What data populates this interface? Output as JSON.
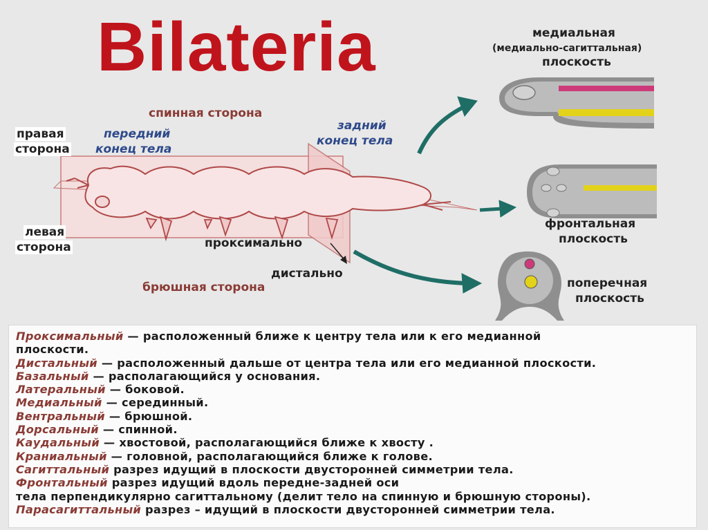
{
  "title": "Bilateria",
  "labels": {
    "dorsal": "спинная сторона",
    "ventral": "брюшная сторона",
    "right_line1": "правая",
    "right_line2": "сторона",
    "left_line1": "левая",
    "left_line2": "сторона",
    "anterior_line1": "передний",
    "anterior_line2": "конец тела",
    "posterior_line1": "задний",
    "posterior_line2": "конец тела",
    "proximal": "проксимально",
    "distal": "дистально"
  },
  "planes": {
    "medial_line1": "медиальная",
    "medial_line2": "(медиально-сагиттальная)",
    "medial_line3": "плоскость",
    "frontal_line1": "фронтальная",
    "frontal_line2": "плоскость",
    "transverse_line1": "поперечная",
    "transverse_line2": "плоскость"
  },
  "colors": {
    "title": "#c0141c",
    "term": "#8a3b35",
    "arrow": "#1f6e66",
    "plane": "#d89090",
    "stripe_yellow": "#e3d21a",
    "stripe_pink": "#cc3a7a"
  },
  "definitions": [
    {
      "term": "Проксимальный",
      "text": " — расположенный ближе к центру тела или к его медианной"
    },
    {
      "term": "",
      "text": "плоскости."
    },
    {
      "term": "Дистальный",
      "text": " — расположенный дальше от центра тела или его медианной плоскости."
    },
    {
      "term": "Базальный",
      "text": " — располагающийся у основания."
    },
    {
      "term": "Латеральный",
      "text": " — боковой."
    },
    {
      "term": "Медиальный",
      "text": " — серединный."
    },
    {
      "term": "Вентральный",
      "text": " — брюшной."
    },
    {
      "term": "Дорсальный",
      "text": " — спинной."
    },
    {
      "term": "Каудальный",
      "text": " — хвостовой, располагающийся ближе к хвосту ."
    },
    {
      "term": "Краниальный",
      "text": " — головной, располагающийся ближе к голове."
    },
    {
      "term": "Сагиттальный",
      "text": " разрез идущий в плоскости двусторонней симметрии тела."
    },
    {
      "term": "Фронтальный",
      "text": " разрез идущий вдоль передне-задней оси"
    },
    {
      "term": "",
      "text": "тела перпендикулярно сагиттальному (делит тело на спинную и брюшную стороны)."
    },
    {
      "term": "Парасагиттальный",
      "text": "  разрез – идущий в плоскости двусторонней симметрии тела."
    }
  ]
}
